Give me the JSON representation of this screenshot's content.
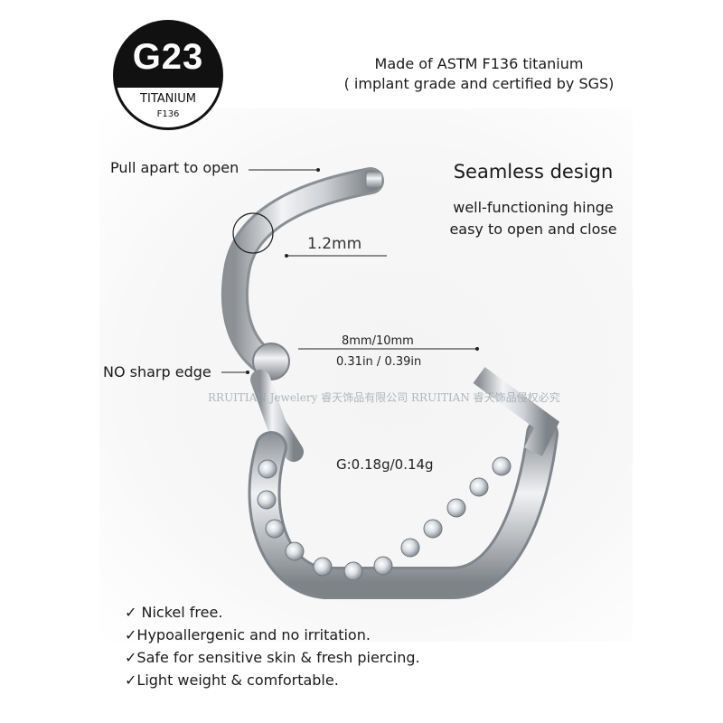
{
  "badge": {
    "grade": "G23",
    "metal": "TITANIUM",
    "standard": "F136"
  },
  "material": {
    "line1": "Made of ASTM F136 titanium",
    "line2": "( implant grade and certified by SGS)"
  },
  "callouts": {
    "pull_apart": "Pull apart to open",
    "no_sharp_edge": "NO sharp edge",
    "gauge": "1.2mm",
    "diameter_mm": "8mm/10mm",
    "diameter_in": "0.31in / 0.39in",
    "weight": "G:0.18g/0.14g"
  },
  "design": {
    "title": "Seamless design",
    "line1": "well-functioning hinge",
    "line2": "easy to open and close"
  },
  "watermark": "RRUITIAN Jewelery 睿天饰品有限公司   RRUITIAN 睿天饰品侵权必究",
  "features": [
    "✓ Nickel free.",
    "✓Hypoallergenic and no irritation.",
    "✓Safe for sensitive skin & fresh piercing.",
    "✓Light weight & comfortable."
  ],
  "colors": {
    "badge": "#111111",
    "metal": "#c9ccd0",
    "text": "#1a1a1a"
  }
}
